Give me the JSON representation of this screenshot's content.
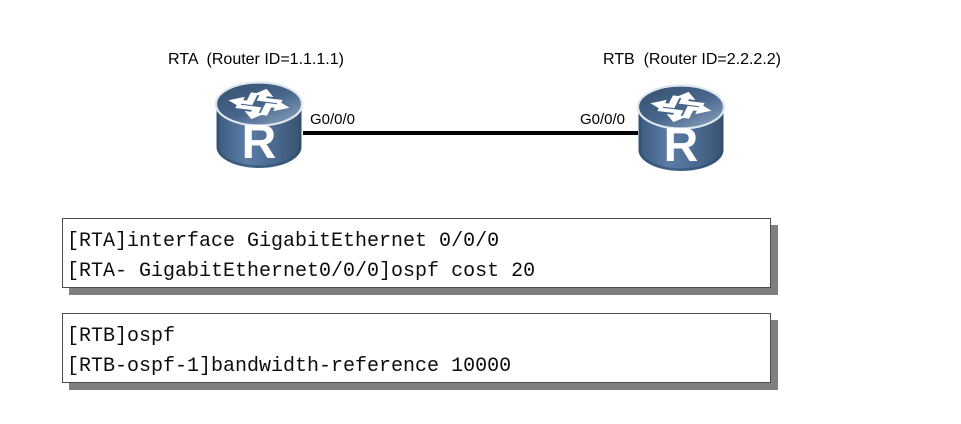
{
  "diagram": {
    "rta": {
      "title": "RTA  (Router ID=1.1.1.1)",
      "interface_label": "G0/0/0"
    },
    "rtb": {
      "title": "RTB  (Router ID=2.2.2.2)",
      "interface_label": "G0/0/0"
    },
    "router_symbol": "R",
    "link": {
      "type": "ethernet-line"
    }
  },
  "code_blocks": [
    {
      "device": "RTA",
      "lines": [
        "[RTA]interface GigabitEthernet 0/0/0",
        "[RTA- GigabitEthernet0/0/0]ospf cost 20"
      ]
    },
    {
      "device": "RTB",
      "lines": [
        "[RTB]ospf",
        "[RTB-ospf-1]bandwidth-reference 10000"
      ]
    }
  ],
  "colors": {
    "background": "#ffffff",
    "text": "#000000",
    "link_line": "#000000",
    "router_body": "#49698f",
    "router_body_light": "#5b7da6",
    "router_body_dark": "#37536f",
    "router_top_dark": "#33506e",
    "router_top_light": "#8aa2bd",
    "router_outline": "#dfe7ee",
    "router_glyph": "#ffffff",
    "box_border": "#4d4d4d",
    "box_shadow": "#7f7f7f"
  }
}
